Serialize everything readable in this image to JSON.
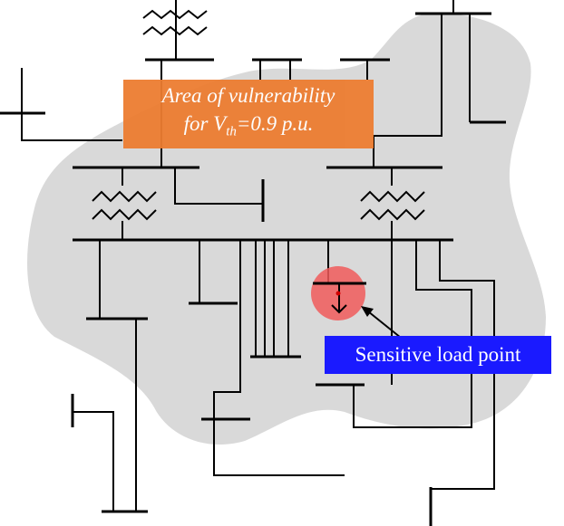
{
  "area_label": {
    "line1": "Area of vulnerability",
    "line2_prefix": "for V",
    "line2_subscript": "th",
    "line2_suffix": "=0.9 p.u."
  },
  "sensitive_label": "Sensitive load point",
  "colors": {
    "area_fill": "#d9d9d9",
    "area_label_bg": "#ed7d31",
    "sensitive_label_bg": "#1a1aff",
    "sensitive_marker": "#f05a5a",
    "line": "#000000"
  }
}
